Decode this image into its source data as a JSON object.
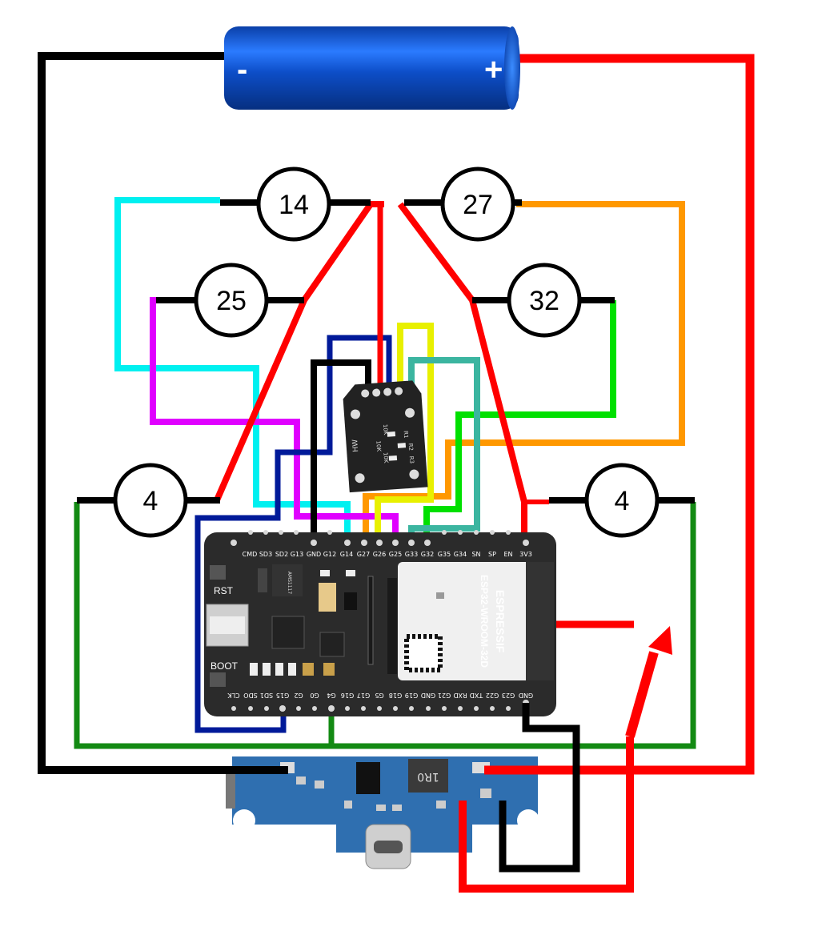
{
  "battery": {
    "minus": "-",
    "plus": "+"
  },
  "nodes": [
    {
      "id": "node-14",
      "label": "14"
    },
    {
      "id": "node-27",
      "label": "27"
    },
    {
      "id": "node-25",
      "label": "25"
    },
    {
      "id": "node-32",
      "label": "32"
    },
    {
      "id": "node-4-left",
      "label": "4"
    },
    {
      "id": "node-4-right",
      "label": "4"
    }
  ],
  "esp32": {
    "top_pins": [
      "CMD",
      "SD3",
      "SD2",
      "G13",
      "GND",
      "G12",
      "G14",
      "G27",
      "G26",
      "G25",
      "G33",
      "G32",
      "G35",
      "G34",
      "SN",
      "SP",
      "EN",
      "3V3"
    ],
    "bottom_pins": [
      "CLK",
      "SDO",
      "SD1",
      "G15",
      "G2",
      "G0",
      "G4",
      "G16",
      "G17",
      "G5",
      "G18",
      "G19",
      "GND",
      "G21",
      "RXD",
      "TXD",
      "G22",
      "G23",
      "GND"
    ],
    "rst_label": "RST",
    "boot_label": "BOOT",
    "ldo_label": "AMS1117",
    "module_brand": "ESPRESSIF",
    "module_model": "ESP32-WROOM-32D"
  },
  "sensor_board": {
    "brand": "HW",
    "resistors": [
      "R1",
      "R2",
      "R3"
    ],
    "values": [
      "10K",
      "10K",
      "10K"
    ]
  },
  "charger": {
    "inductor_label": "1R0"
  }
}
